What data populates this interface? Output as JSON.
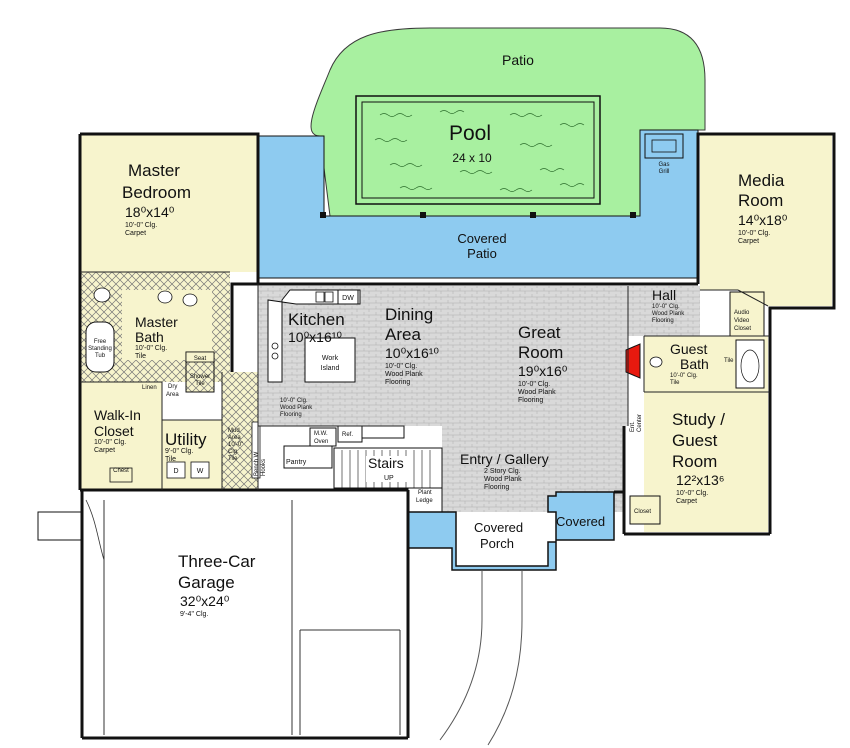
{
  "colors": {
    "pool": "#a8f0a0",
    "patio": "#a8f0a0",
    "covered": "#8ecbf0",
    "bedroom": "#f7f4cd",
    "wood": "#dcdcdc",
    "garage": "#ffffff",
    "tile": "#f7f4cd",
    "fireplace": "#e8190f",
    "wall": "#111111"
  },
  "patio": {
    "label": "Patio"
  },
  "pool": {
    "label": "Pool",
    "size": "24 x 10"
  },
  "covered_patio": {
    "line1": "Covered",
    "line2": "Patio"
  },
  "gas_grill": {
    "line1": "Gas",
    "line2": "Grill"
  },
  "master_bedroom": {
    "line1": "Master",
    "line2": "Bedroom",
    "dims": "18⁰x14⁰",
    "ceiling": "10'-0\" Clg.",
    "floor": "Carpet"
  },
  "master_bath": {
    "line1": "Master",
    "line2": "Bath",
    "ceiling": "10'-0\" Clg.",
    "floor": "Tile",
    "tub1": "Free",
    "tub2": "Standing",
    "tub3": "Tub",
    "seat": "Seat",
    "shower1": "Shower",
    "shower2": "Tile",
    "linen": "Linen",
    "dry1": "Dry",
    "dry2": "Area"
  },
  "walkin_closet": {
    "line1": "Walk-In",
    "line2": "Closet",
    "ceiling": "10'-0\" Clg.",
    "floor": "Carpet",
    "chest": "Chest"
  },
  "utility": {
    "label": "Utility",
    "ceiling": "9'-0\" Clg.",
    "floor": "Tile",
    "d": "D",
    "w": "W"
  },
  "mud_area": {
    "line1": "Mud",
    "line2": "Area",
    "ceiling1": "10'-0\"",
    "ceiling2": "Clg.",
    "floor": "Tile"
  },
  "bench": {
    "line1": "Bench W",
    "line2": "Hooks"
  },
  "kitchen": {
    "label": "Kitchen",
    "dims": "10⁰x16¹⁰",
    "ceiling": "10'-0\" Clg.",
    "floor1": "Wood Plank",
    "floor2": "Flooring",
    "island1": "Work",
    "island2": "Island",
    "dw": "DW",
    "mw1": "M.W.",
    "mw2": "Oven",
    "ref": "Ref."
  },
  "pantry": {
    "label": "Pantry"
  },
  "dining": {
    "line1": "Dining",
    "line2": "Area",
    "dims": "10⁰x16¹⁰",
    "ceiling": "10'-0\" Clg.",
    "floor1": "Wood Plank",
    "floor2": "Flooring"
  },
  "great_room": {
    "line1": "Great",
    "line2": "Room",
    "dims": "19⁰x16⁰",
    "ceiling": "10'-0\" Clg.",
    "floor1": "Wood Plank",
    "floor2": "Flooring"
  },
  "hall": {
    "label": "Hall",
    "ceiling": "10'-0\" Clg.",
    "floor1": "Wood Plank",
    "floor2": "Flooring"
  },
  "audio_closet": {
    "line1": "Audio",
    "line2": "Video",
    "line3": "Closet"
  },
  "media_room": {
    "line1": "Media",
    "line2": "Room",
    "dims": "14⁰x18⁰",
    "ceiling": "10'-0\" Clg.",
    "floor": "Carpet"
  },
  "guest_bath": {
    "line1": "Guest",
    "line2": "Bath",
    "ceiling": "10'-0\" Clg.",
    "floor": "Tile",
    "tile": "Tile"
  },
  "ent_center": {
    "line1": "Ent.",
    "line2": "Center"
  },
  "study": {
    "line1": "Study /",
    "line2": "Guest",
    "line3": "Room",
    "dims": "12²x13⁶",
    "ceiling": "10'-0\" Clg.",
    "floor": "Carpet",
    "closet": "Closet"
  },
  "stairs": {
    "label": "Stairs",
    "up": "UP"
  },
  "entry": {
    "label": "Entry / Gallery",
    "ceiling": "2 Story Clg.",
    "floor1": "Wood Plank",
    "floor2": "Flooring"
  },
  "plant_ledge": {
    "line1": "Plant",
    "line2": "Ledge"
  },
  "covered_porch": {
    "line1": "Covered",
    "line2": "Porch"
  },
  "covered": {
    "label": "Covered"
  },
  "garage": {
    "line1": "Three-Car",
    "line2": "Garage",
    "dims": "32⁰x24⁰",
    "ceiling": "9'-4\" Clg."
  }
}
